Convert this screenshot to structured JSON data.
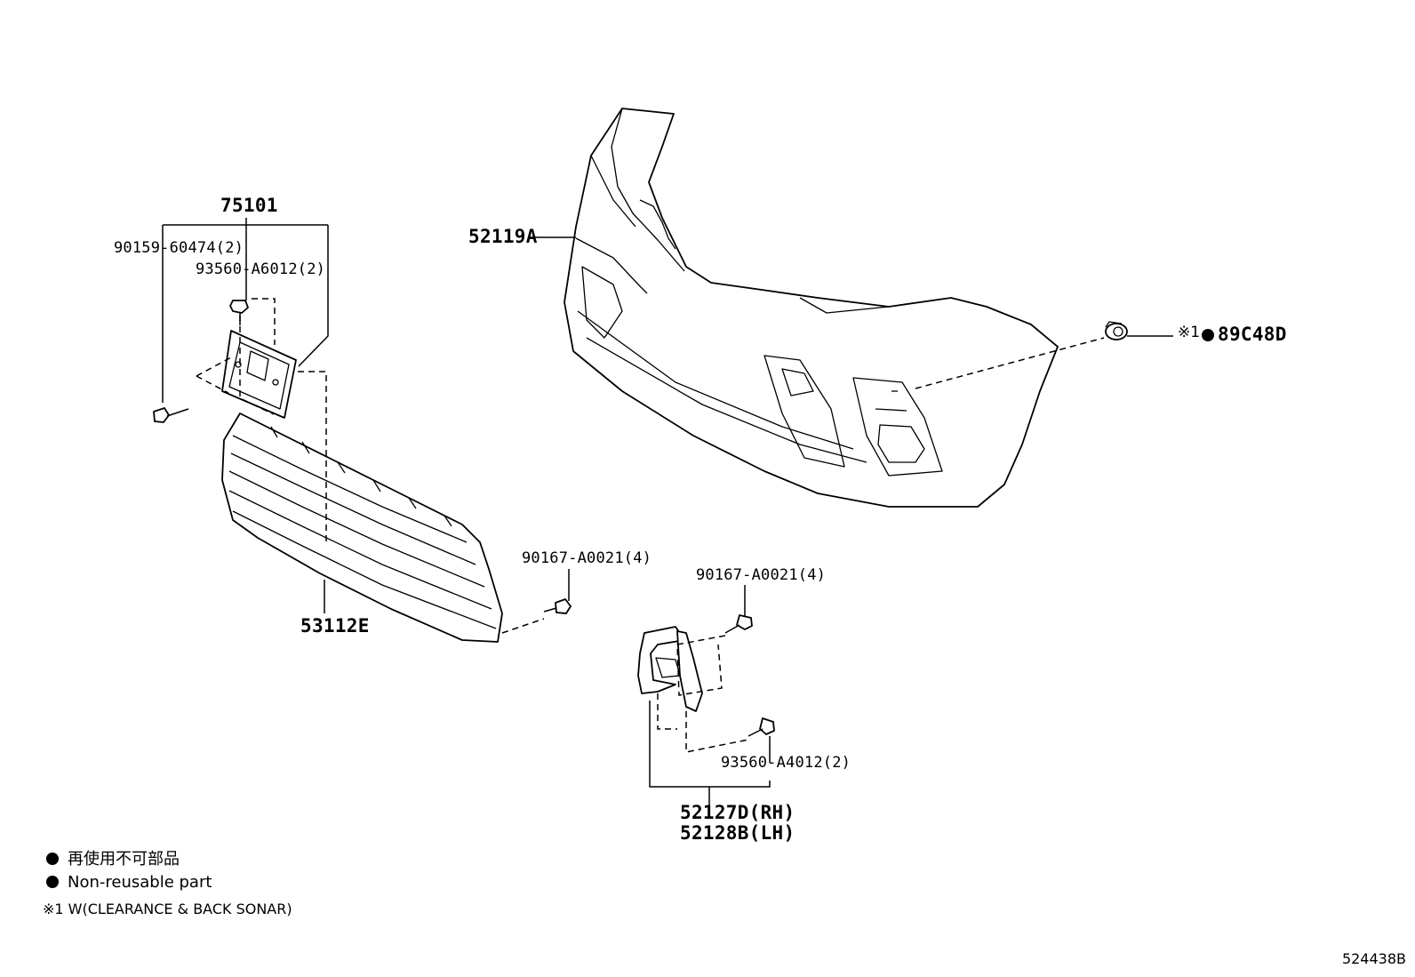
{
  "parts": {
    "p75101": "75101",
    "p90159": "90159-60474(2)",
    "p93560a6012": "93560-A6012(2)",
    "p52119a": "52119A",
    "p89c48d_prefix": "※1",
    "p89c48d": "89C48D",
    "p53112e": "53112E",
    "p90167_left": "90167-A0021(4)",
    "p90167_right": "90167-A0021(4)",
    "p93560a4012": "93560-A4012(2)",
    "p52127d": "52127D(RH)",
    "p52128b": "52128B(LH)"
  },
  "legend": {
    "item_jp": "再使用不可部品",
    "item_en": "Non-reusable part",
    "note": "※1 W(CLEARANCE & BACK SONAR)"
  },
  "diagram_ref": "524438B",
  "icons": {
    "non_reusable": "filled-circle-icon"
  }
}
